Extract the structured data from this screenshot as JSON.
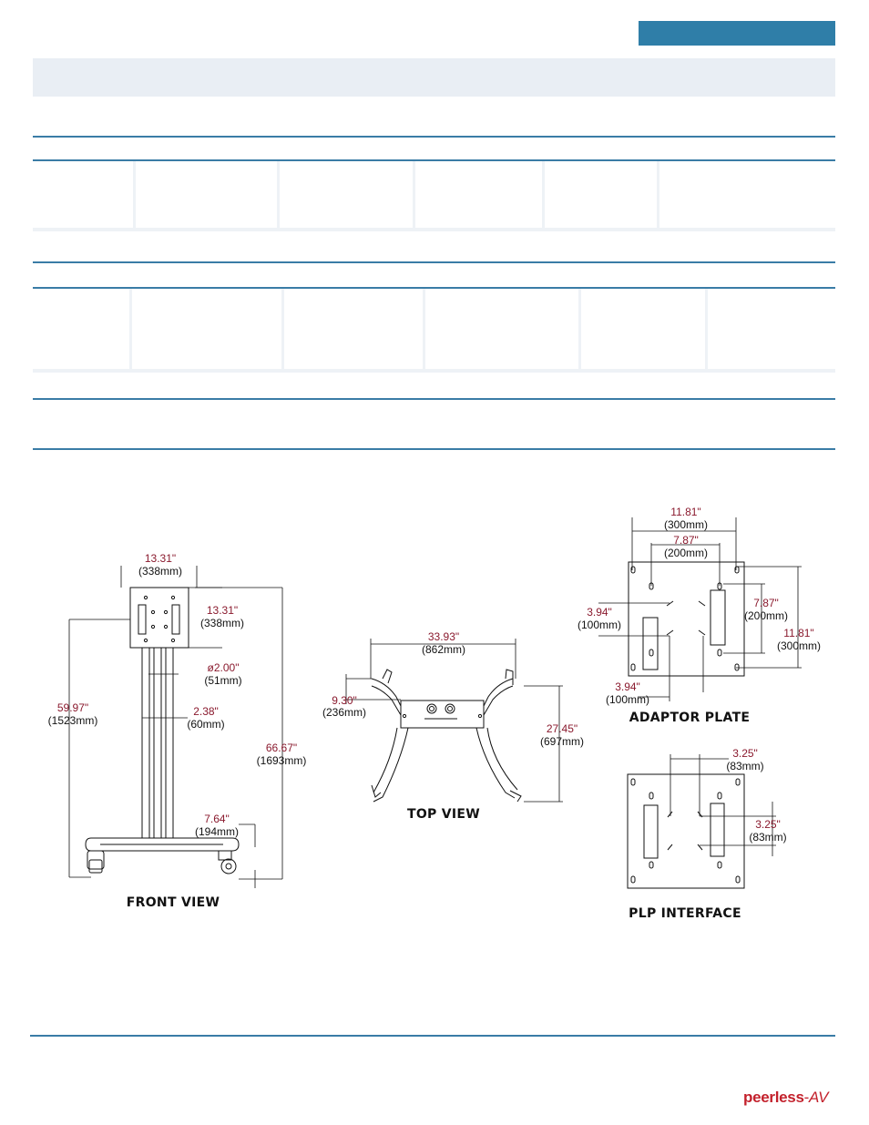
{
  "footer": {
    "logo_main": "peerless",
    "logo_sep": "-",
    "logo_av": "AV"
  },
  "drawing": {
    "front_view": {
      "label": "FRONT VIEW",
      "dims": [
        {
          "in": "13.31\"",
          "mm": "(338mm)"
        },
        {
          "in": "13.31\"",
          "mm": "(338mm)"
        },
        {
          "in": "ø2.00\"",
          "mm": "(51mm)"
        },
        {
          "in": "2.38\"",
          "mm": "(60mm)"
        },
        {
          "in": "59.97\"",
          "mm": "(1523mm)"
        },
        {
          "in": "66.67\"",
          "mm": "(1693mm)"
        },
        {
          "in": "7.64\"",
          "mm": "(194mm)"
        }
      ]
    },
    "top_view": {
      "label": "TOP VIEW",
      "dims": [
        {
          "in": "33.93\"",
          "mm": "(862mm)"
        },
        {
          "in": "9.30\"",
          "mm": "(236mm)"
        },
        {
          "in": "27.45\"",
          "mm": "(697mm)"
        }
      ]
    },
    "adaptor_plate": {
      "label": "ADAPTOR PLATE",
      "dims": [
        {
          "in": "11.81\"",
          "mm": "(300mm)"
        },
        {
          "in": "7.87\"",
          "mm": "(200mm)"
        },
        {
          "in": "3.94\"",
          "mm": "(100mm)"
        },
        {
          "in": "7.87\"",
          "mm": "(200mm)"
        },
        {
          "in": "11.81\"",
          "mm": "(300mm)"
        },
        {
          "in": "3.94\"",
          "mm": "(100mm)"
        }
      ]
    },
    "plp_interface": {
      "label": "PLP INTERFACE",
      "dims": [
        {
          "in": "3.25\"",
          "mm": "(83mm)"
        },
        {
          "in": "3.25\"",
          "mm": "(83mm)"
        }
      ]
    }
  },
  "colors": {
    "accent": "#2f7ea8",
    "band": "#e9eef4",
    "dimension": "#8a1a2e",
    "logo": "#c3212c"
  }
}
